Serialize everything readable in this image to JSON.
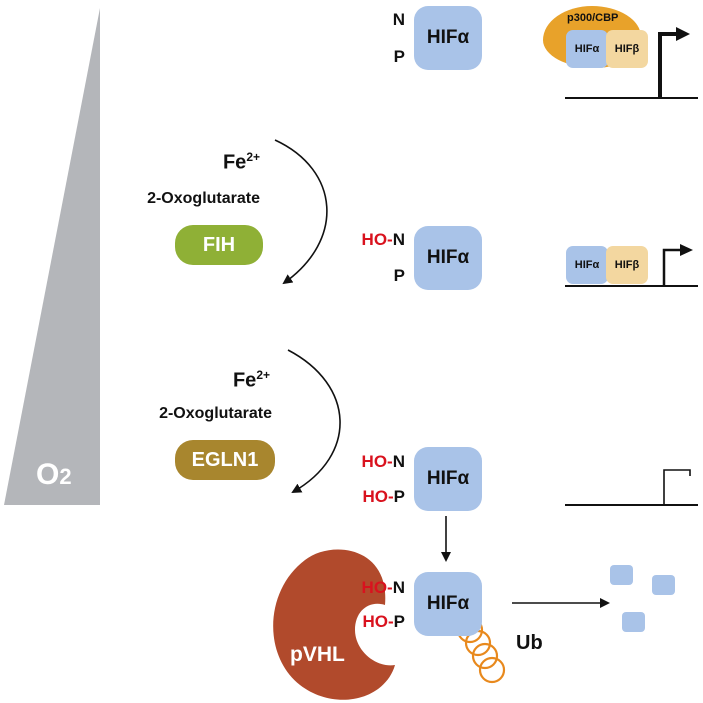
{
  "oxygen_label": "O2",
  "rows": [
    {
      "n_prefix": "",
      "n_label": "N",
      "p_prefix": "",
      "p_label": "P",
      "hif_label": "HIFα"
    },
    {
      "n_prefix": "HO-",
      "n_label": "N",
      "p_prefix": "",
      "p_label": "P",
      "hif_label": "HIFα"
    },
    {
      "n_prefix": "HO-",
      "n_label": "N",
      "p_prefix": "HO-",
      "p_label": "P",
      "hif_label": "HIFα"
    },
    {
      "n_prefix": "HO-",
      "n_label": "N",
      "p_prefix": "HO-",
      "p_label": "P",
      "hif_label": "HIFα"
    }
  ],
  "steps": [
    {
      "iron": "Fe",
      "iron_charge": "2+",
      "cofactor": "2-Oxoglutarate",
      "enzyme": "FIH",
      "enzyme_color": "#8fb036"
    },
    {
      "iron": "Fe",
      "iron_charge": "2+",
      "cofactor": "2-Oxoglutarate",
      "enzyme": "EGLN1",
      "enzyme_color": "#a8862e"
    }
  ],
  "transcription": {
    "coactivator": "p300/CBP",
    "coactivator_color": "#e8a22a",
    "hif_alpha": "HIFα",
    "hif_beta": "HIFβ",
    "hif_beta_color": "#f3d7a0"
  },
  "degradation": {
    "pvhl_label": "pVHL",
    "pvhl_color": "#b14a2c",
    "ub_label": "Ub",
    "ub_color": "#e8891d",
    "fragment_color": "#a9c3e8"
  }
}
